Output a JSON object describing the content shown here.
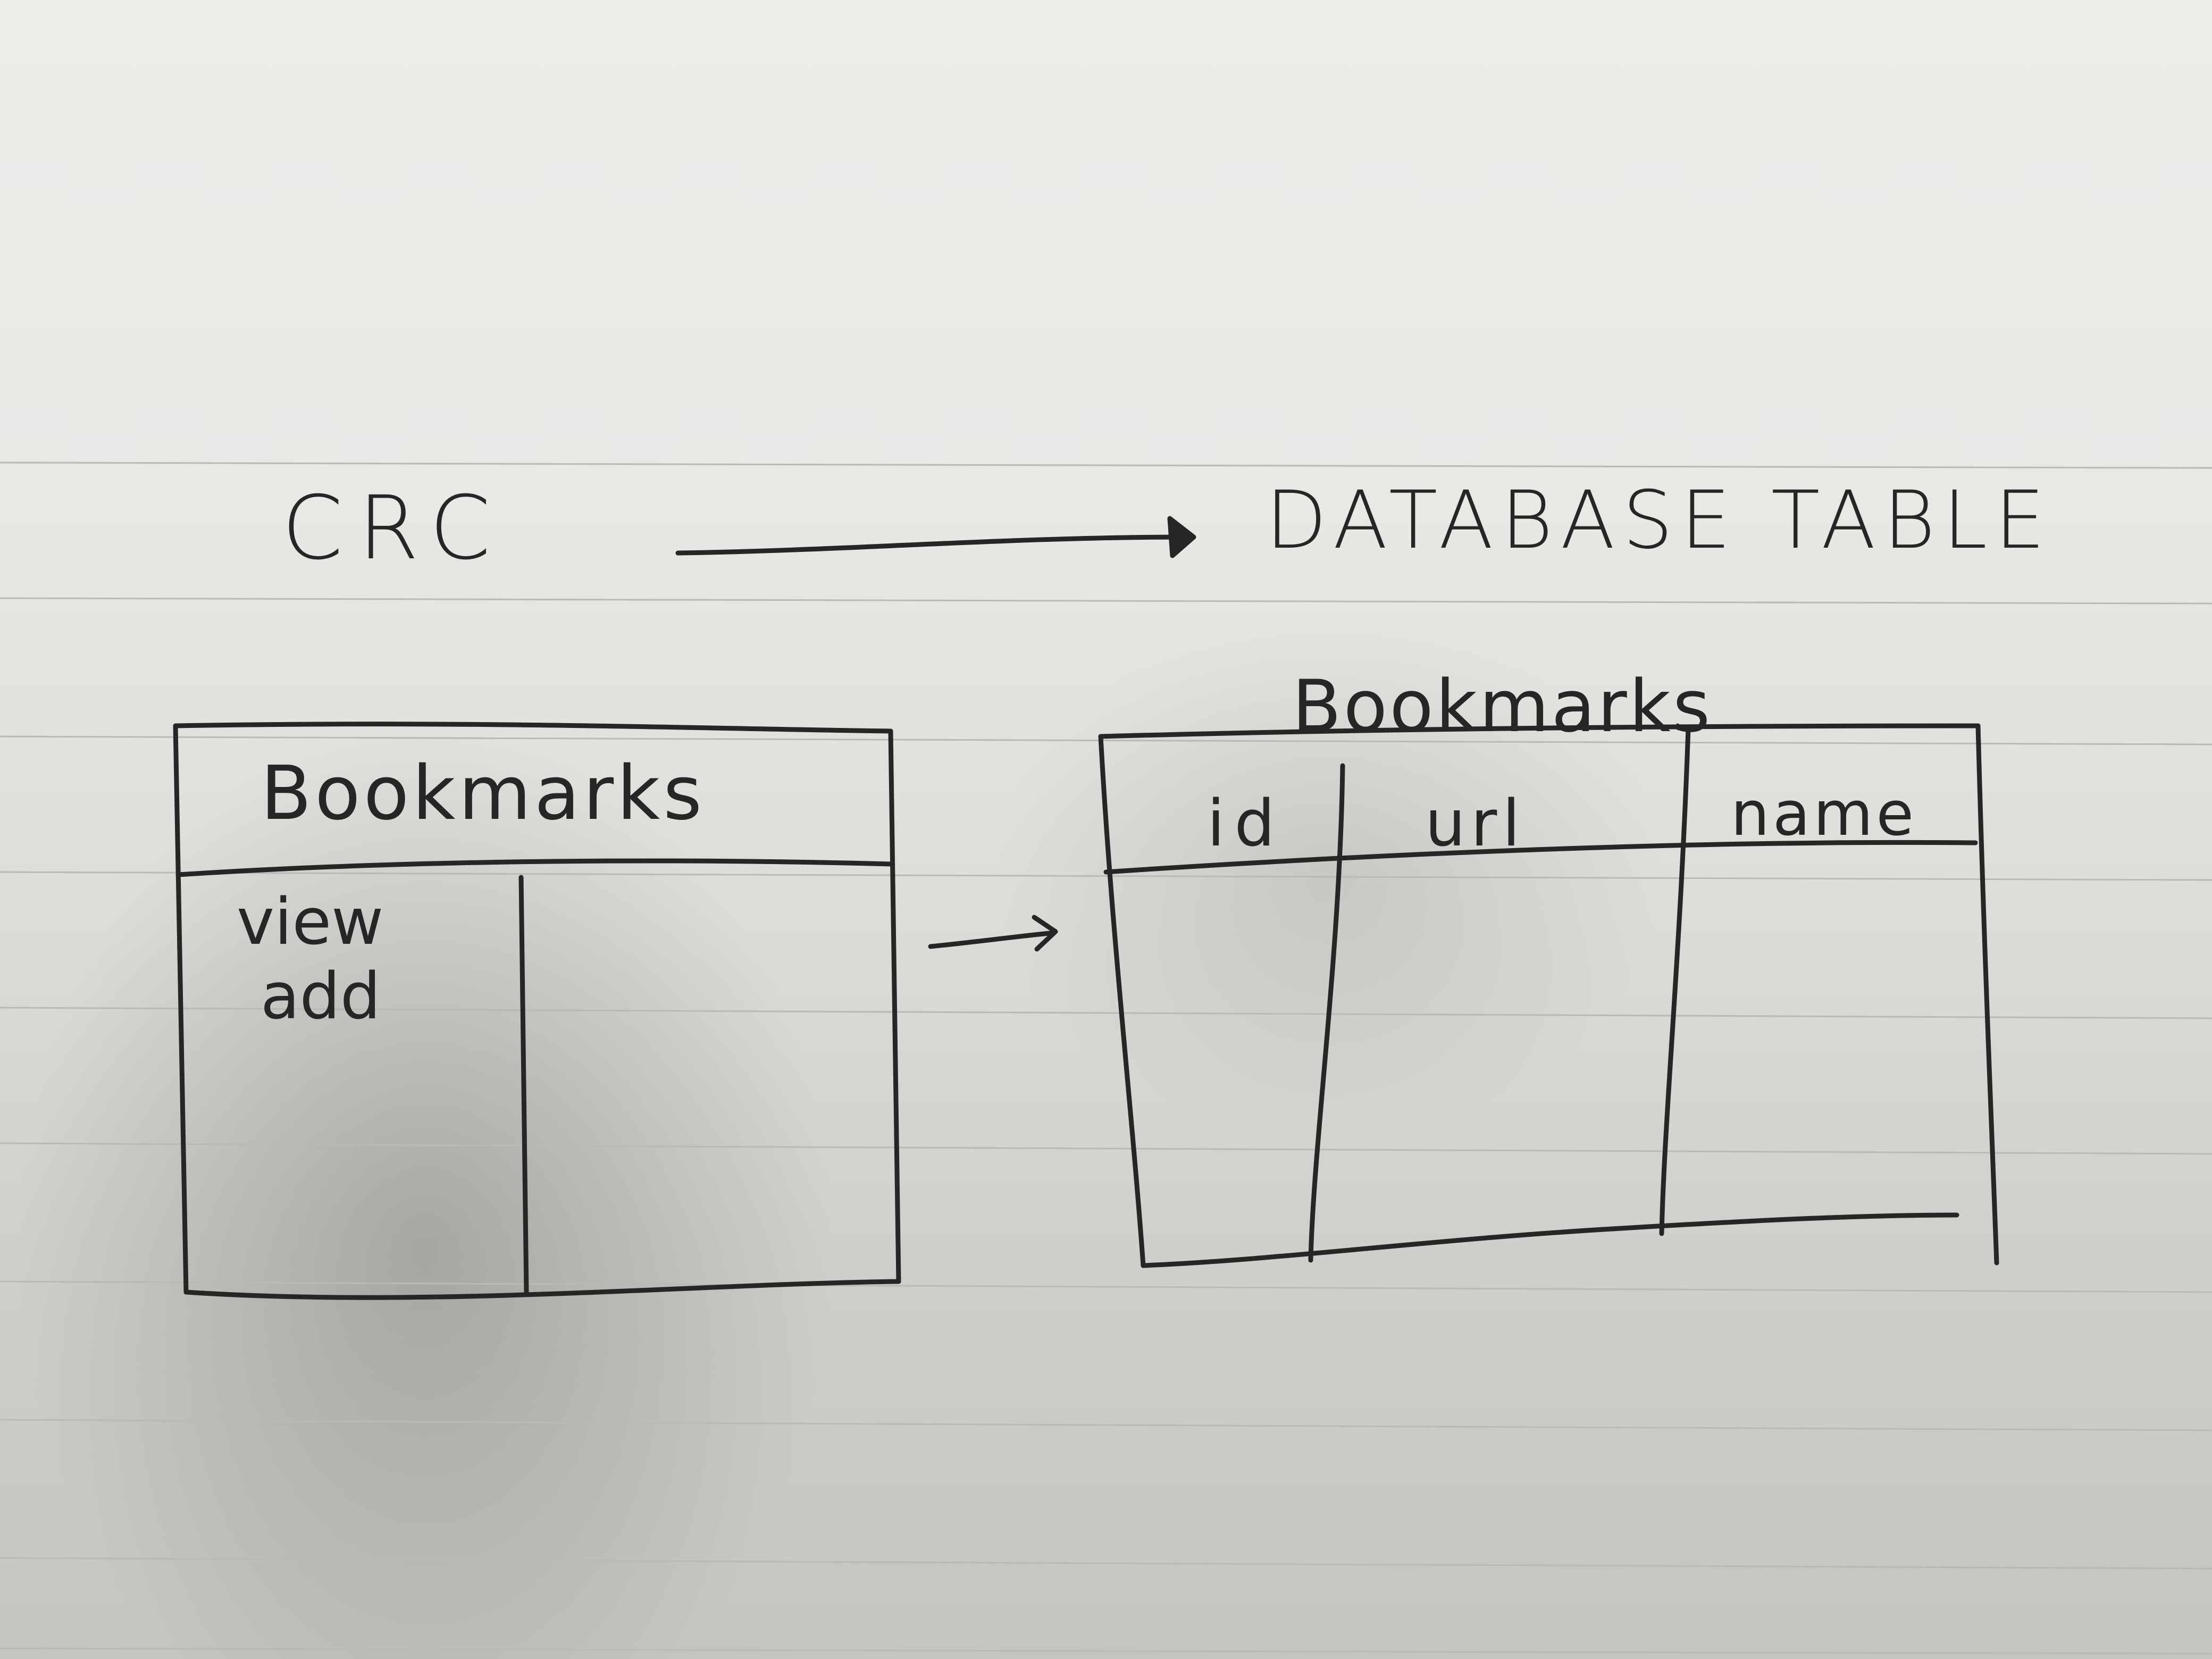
{
  "heading": {
    "left_label": "CRC",
    "right_label": "DATABASE TABLE"
  },
  "crc_card": {
    "class_name": "Bookmarks",
    "responsibilities": [
      "view",
      "add"
    ]
  },
  "database_table": {
    "table_name": "Bookmarks",
    "columns": [
      "id",
      "url",
      "name"
    ]
  }
}
